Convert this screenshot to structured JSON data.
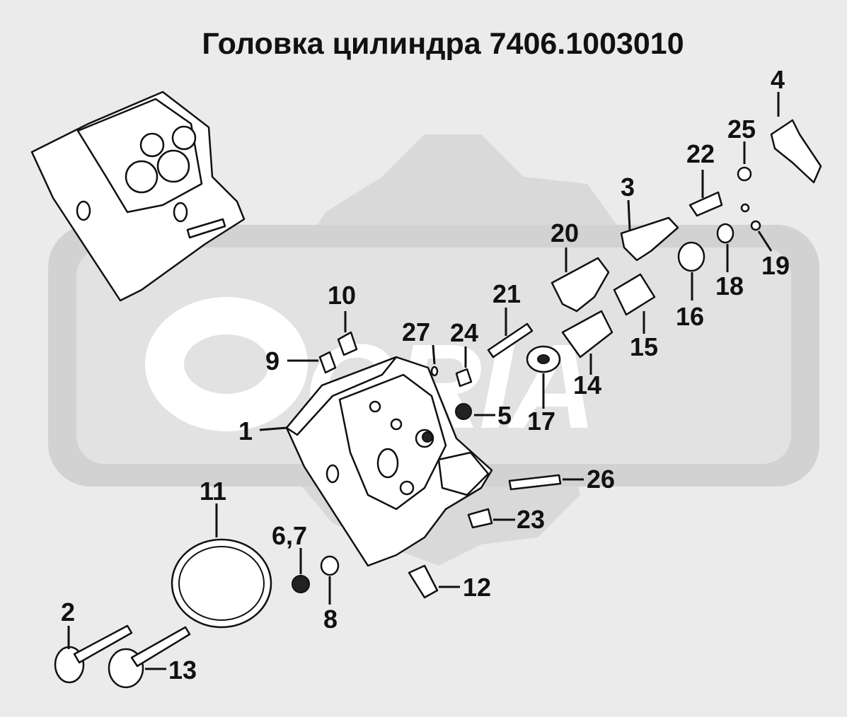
{
  "title": "Головка цилиндра 7406.1003010",
  "watermark": {
    "text": "ORIA",
    "color": "#ffffff",
    "band_color": "#d6d6d6"
  },
  "labels": {
    "p1": "1",
    "p2": "2",
    "p3": "3",
    "p4": "4",
    "p5": "5",
    "p67": "6,7",
    "p8": "8",
    "p9": "9",
    "p10": "10",
    "p11": "11",
    "p12": "12",
    "p13": "13",
    "p14": "14",
    "p15": "15",
    "p16": "16",
    "p17": "17",
    "p18": "18",
    "p19": "19",
    "p20": "20",
    "p21": "21",
    "p22": "22",
    "p23": "23",
    "p24": "24",
    "p25": "25",
    "p26": "26",
    "p27": "27"
  },
  "colors": {
    "background": "#ebebeb",
    "ink": "#111111"
  }
}
